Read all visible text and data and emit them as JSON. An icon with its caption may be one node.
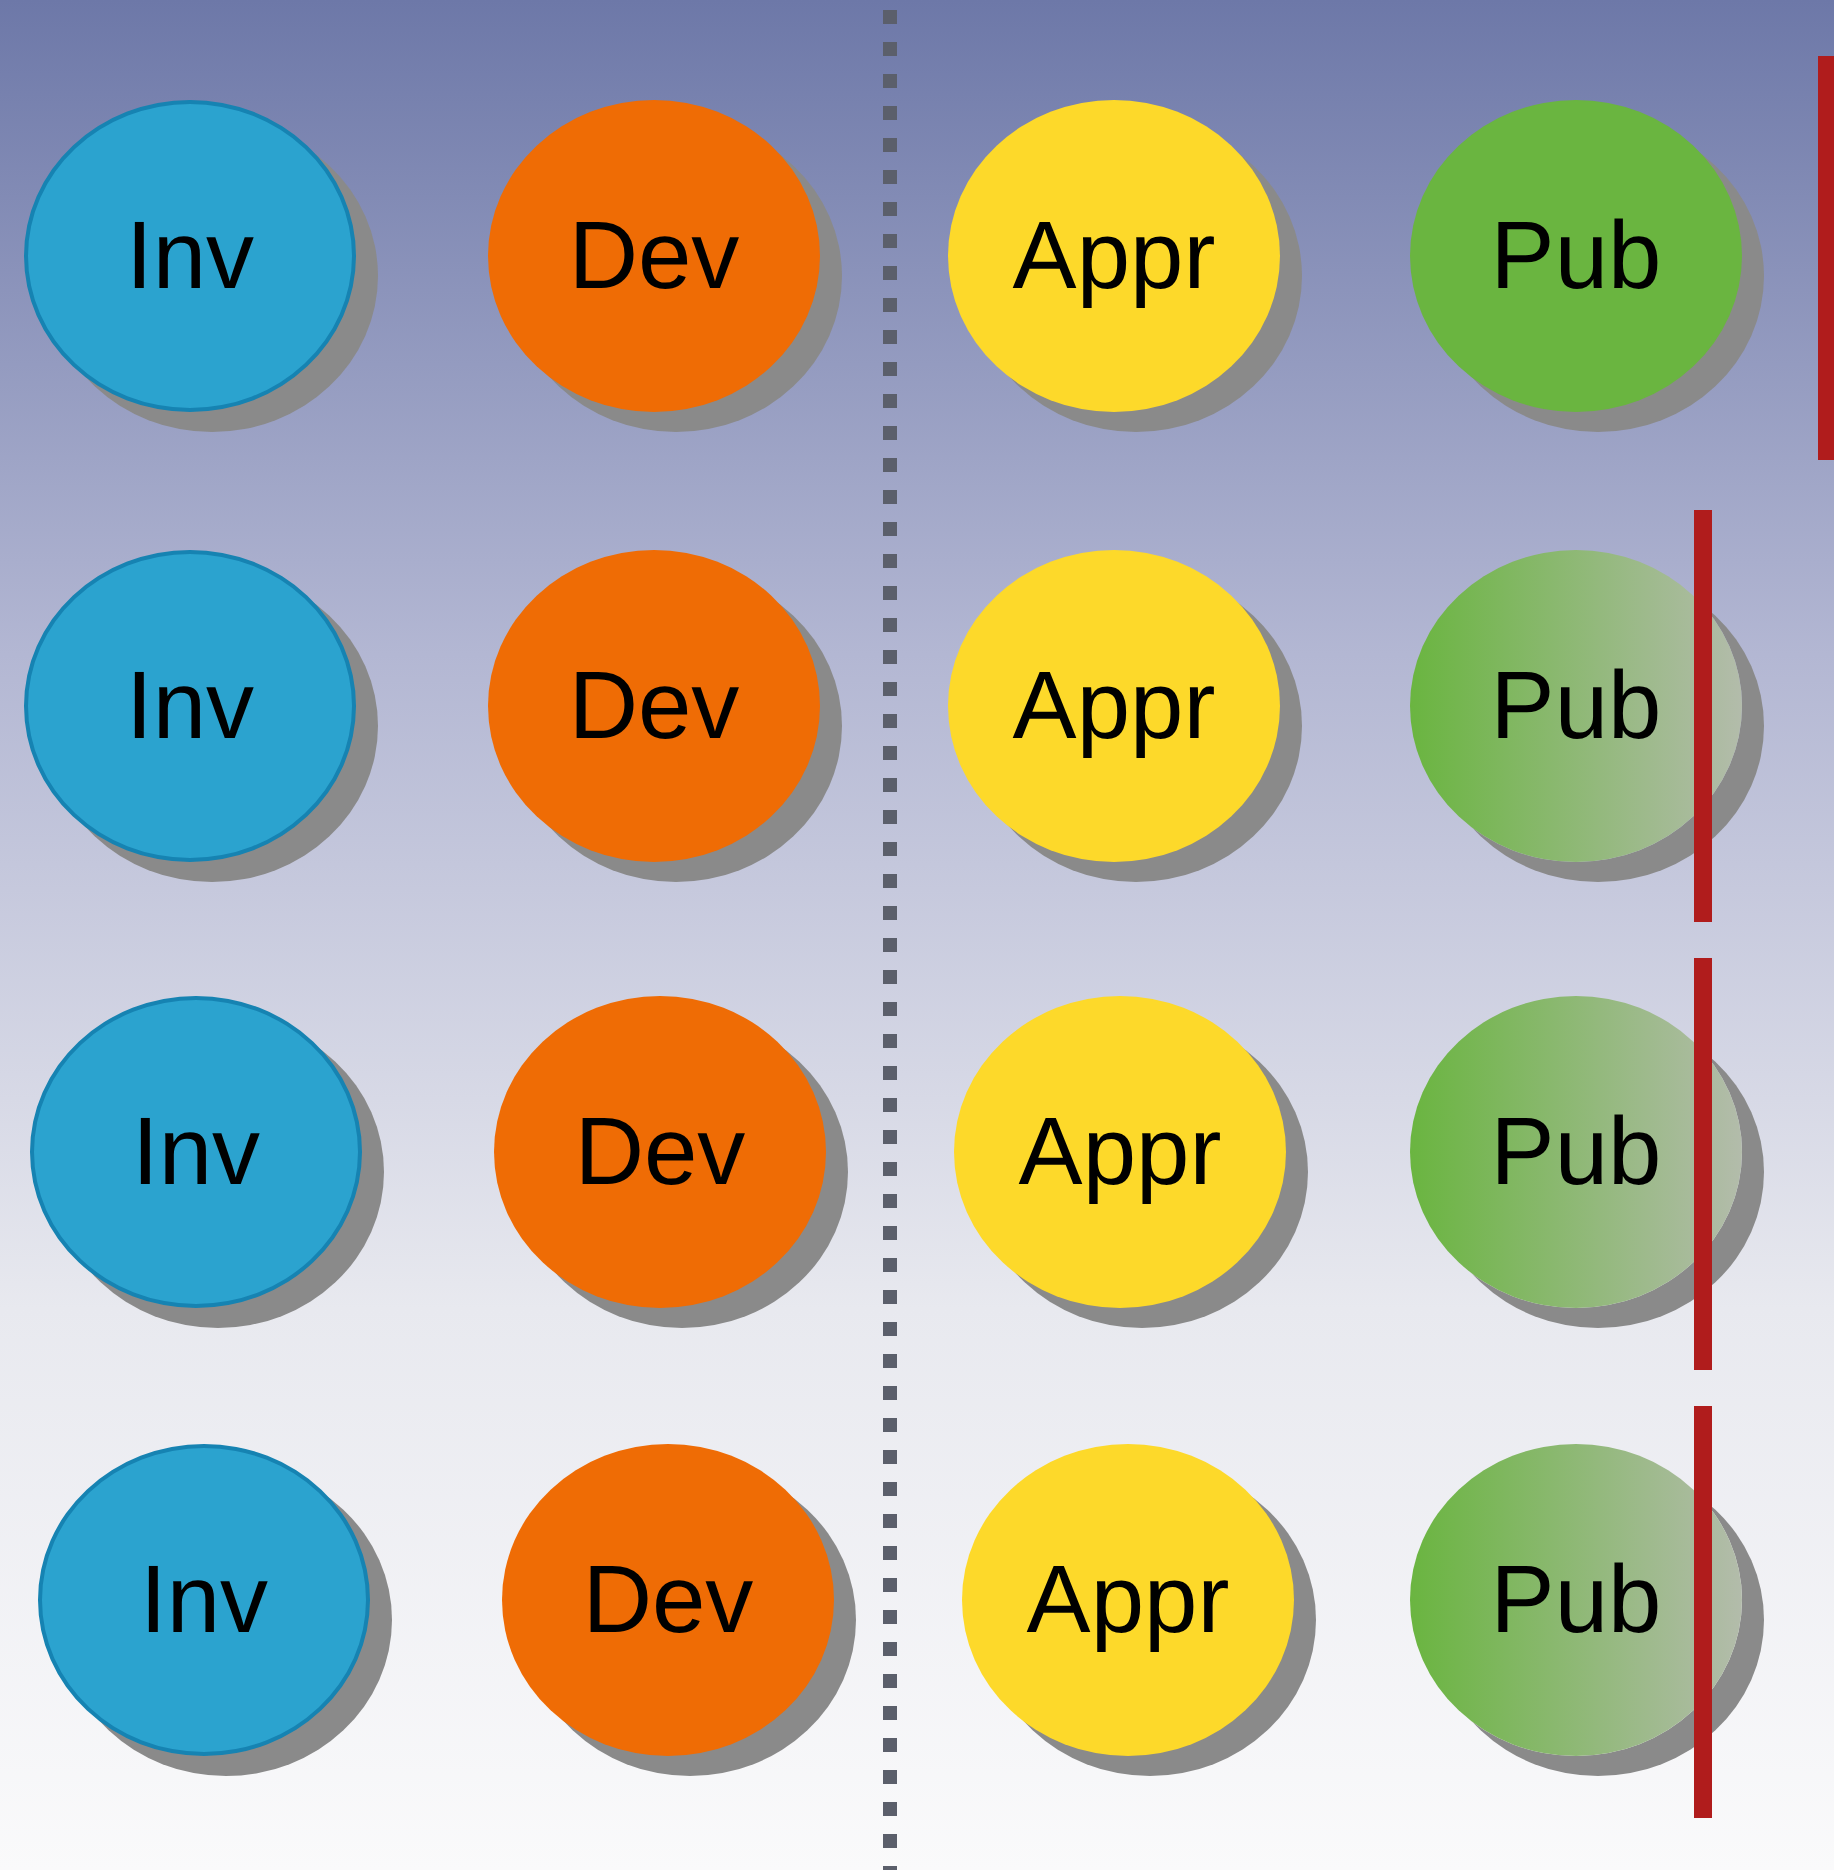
{
  "diagram": {
    "nodes": [
      {
        "text": [
          "Inv"
        ]
      },
      {
        "text": [
          "Dev"
        ]
      },
      {
        "text": [
          "Appr"
        ]
      },
      {
        "text": [
          "Pub"
        ]
      },
      {
        "text": [
          "Inv"
        ]
      },
      {
        "text": [
          "Dev"
        ]
      },
      {
        "text": [
          "Appr"
        ]
      },
      {
        "text": [
          "Pub"
        ]
      },
      {
        "text": [
          "Inv"
        ]
      },
      {
        "text": [
          "Dev"
        ]
      },
      {
        "text": [
          "Appr"
        ]
      },
      {
        "text": [
          "Pub"
        ]
      },
      {
        "text": [
          "Inv"
        ]
      },
      {
        "text": [
          "Dev"
        ]
      },
      {
        "text": [
          "Appr"
        ]
      },
      {
        "text": [
          "Pub"
        ]
      }
    ]
  }
}
